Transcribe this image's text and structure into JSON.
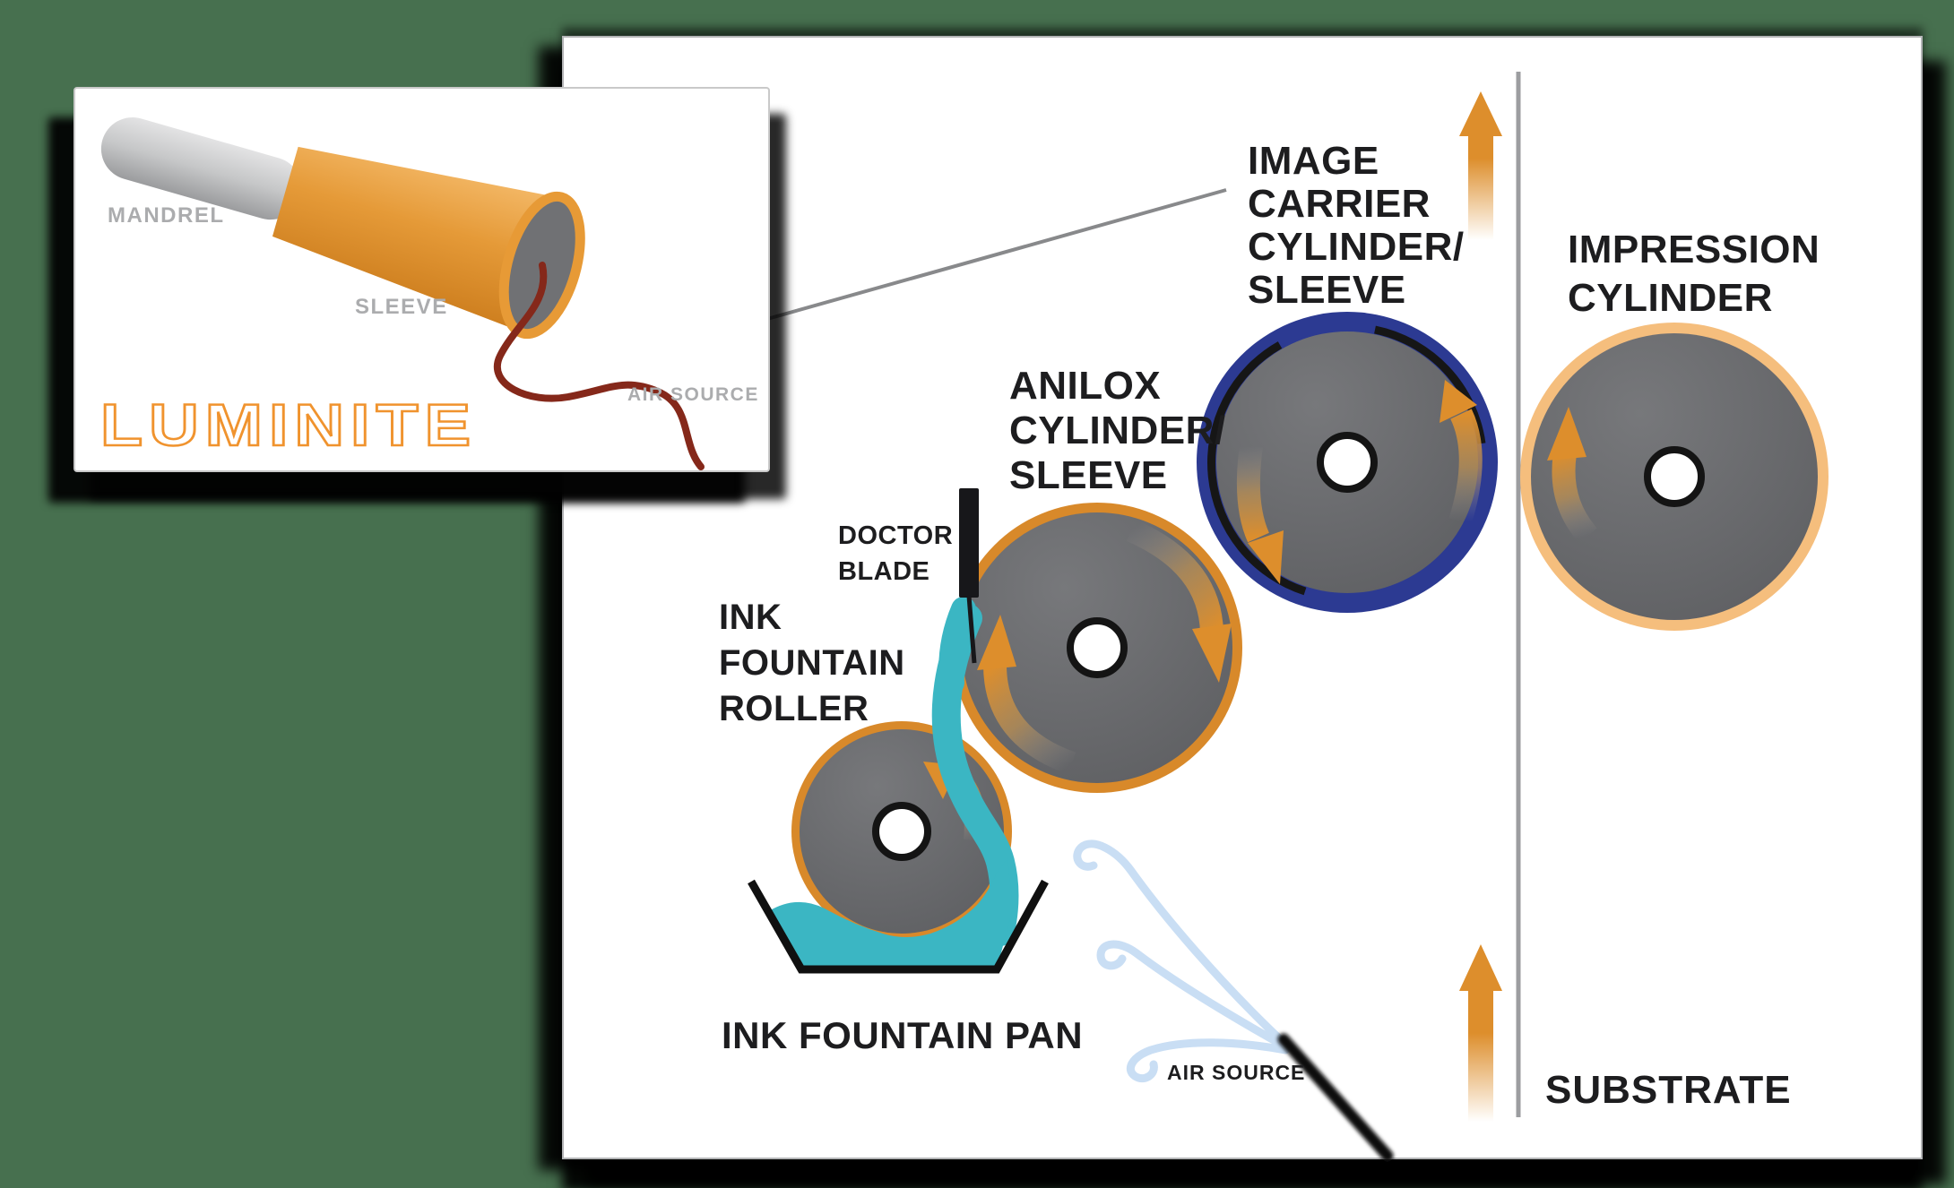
{
  "colors": {
    "background": "#47704F",
    "panel": "#FFFFFF",
    "orange": "#DD8E2C",
    "orange_deep": "#D8892A",
    "orange_light_ring": "#F5BE7D",
    "blue_ring": "#2C3A92",
    "roller_gray": "#626366",
    "teal_ink": "#3BB6C3",
    "air_blue": "#C9DEF4",
    "tube_red": "#85281A",
    "label_black": "#1D1D1F",
    "label_gray": "#ABACAE",
    "substrate_line_gray": "#9C9DA0",
    "luminite_orange": "#F0932E"
  },
  "inset": {
    "brand": "LUMINITE",
    "labels": {
      "mandrel": "MANDREL",
      "sleeve": "SLEEVE",
      "air_source": "AIR SOURCE"
    }
  },
  "diagram": {
    "image_carrier": {
      "lines": [
        "IMAGE",
        "CARRIER",
        "CYLINDER/",
        "SLEEVE"
      ]
    },
    "impression_cylinder": {
      "lines": [
        "IMPRESSION",
        "CYLINDER"
      ]
    },
    "anilox": {
      "lines": [
        "ANILOX",
        "CYLINDER/",
        "SLEEVE"
      ]
    },
    "doctor_blade": {
      "lines": [
        "DOCTOR",
        "BLADE"
      ]
    },
    "ink_fountain_roller": {
      "lines": [
        "INK",
        "FOUNTAIN",
        "ROLLER"
      ]
    },
    "ink_fountain_pan": {
      "label": "INK FOUNTAIN PAN"
    },
    "air_source": {
      "label": "AIR SOURCE"
    },
    "substrate": {
      "label": "SUBSTRATE"
    }
  }
}
